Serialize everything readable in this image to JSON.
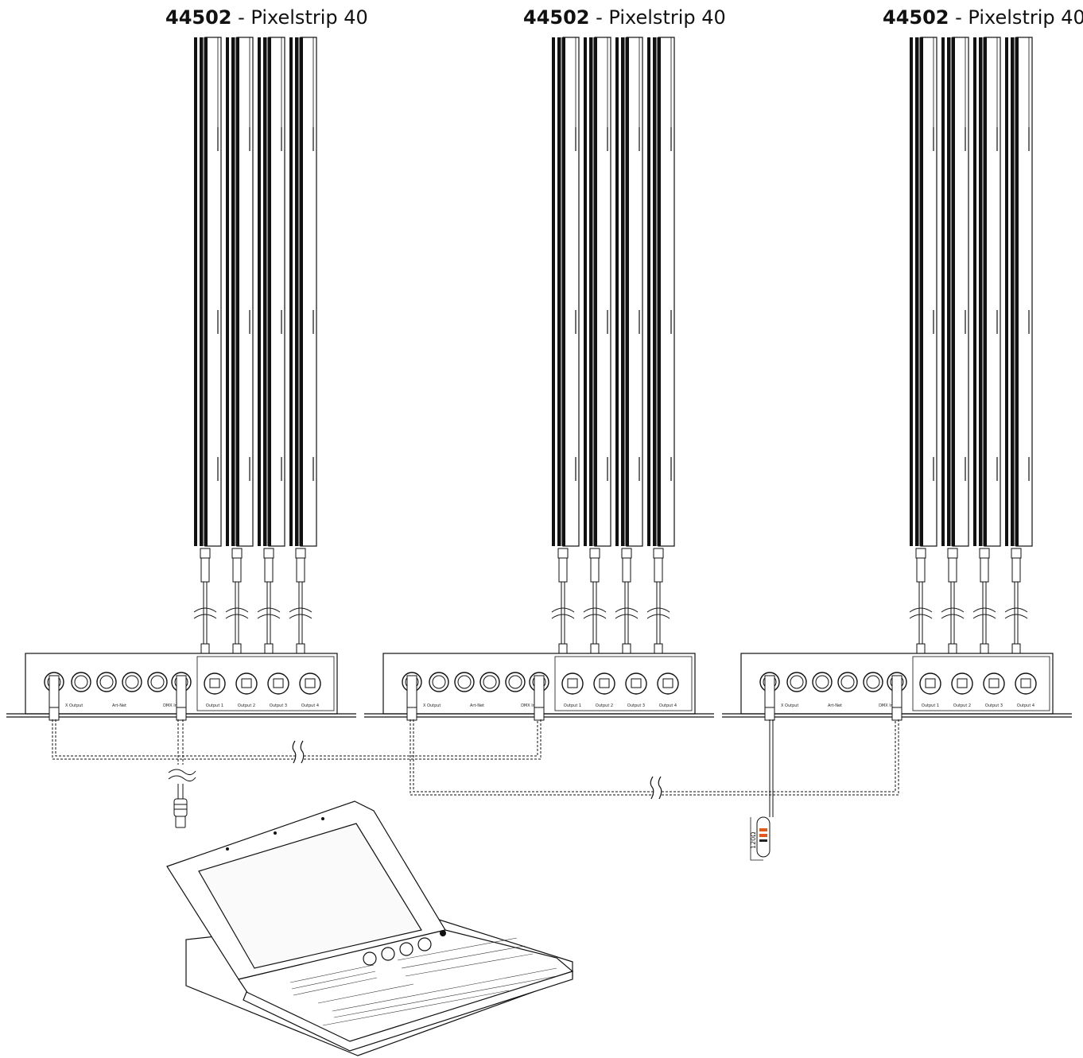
{
  "groups": [
    {
      "model": "44502",
      "separator": " - ",
      "name": "Pixelstrip 40",
      "controller_labels": {
        "dmx_output": "X Output",
        "art_net": "Art-Net",
        "dmx_input": "DMX In",
        "outputs": [
          "Output 1",
          "Output 2",
          "Output 3",
          "Output 4"
        ]
      }
    },
    {
      "model": "44502",
      "separator": " - ",
      "name": "Pixelstrip 40",
      "controller_labels": {
        "dmx_output": "X Output",
        "art_net": "Art-Net",
        "dmx_input": "DMX In",
        "outputs": [
          "Output 1",
          "Output 2",
          "Output 3",
          "Output 4"
        ]
      }
    },
    {
      "model": "44502",
      "separator": " - ",
      "name": "Pixelstrip 40",
      "controller_labels": {
        "dmx_output": "X Output",
        "art_net": "Art-Net",
        "dmx_input": "DMX In",
        "outputs": [
          "Output 1",
          "Output 2",
          "Output 3",
          "Output 4"
        ]
      }
    }
  ],
  "terminator": {
    "label": "120Ω"
  },
  "colors": {
    "line": "#111111",
    "terminator_band": "#e05a1c"
  }
}
